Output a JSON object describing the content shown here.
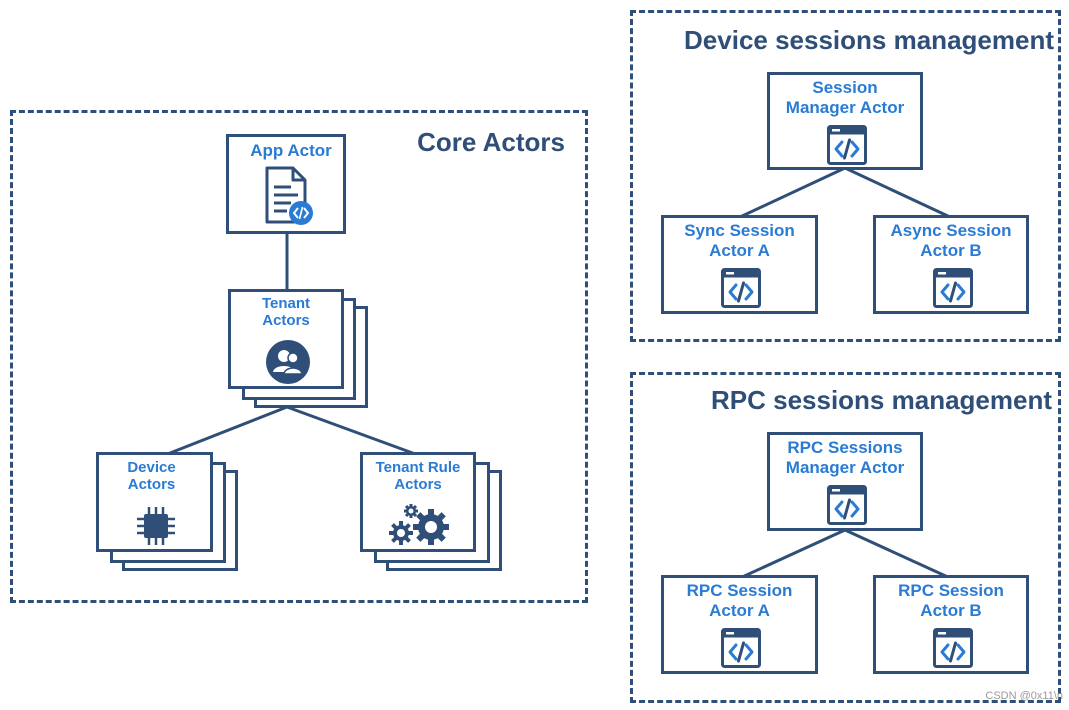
{
  "groups": {
    "core": {
      "title": "Core Actors"
    },
    "device_sessions": {
      "title": "Device sessions management"
    },
    "rpc_sessions": {
      "title": "RPC sessions management"
    }
  },
  "actors": {
    "app": {
      "line1": "App Actor",
      "line2": ""
    },
    "tenant": {
      "line1": "Tenant",
      "line2": "Actors"
    },
    "device": {
      "line1": "Device",
      "line2": "Actors"
    },
    "tenant_rule": {
      "line1": "Tenant Rule",
      "line2": "Actors"
    },
    "session_manager": {
      "line1": "Session",
      "line2": "Manager Actor"
    },
    "sync_session": {
      "line1": "Sync Session",
      "line2": "Actor A"
    },
    "async_session": {
      "line1": "Async Session",
      "line2": "Actor B"
    },
    "rpc_manager": {
      "line1": "RPC Sessions",
      "line2": "Manager Actor"
    },
    "rpc_session_a": {
      "line1": "RPC Session",
      "line2": "Actor A"
    },
    "rpc_session_b": {
      "line1": "RPC Session",
      "line2": "Actor B"
    }
  },
  "icons": {
    "app": "document-code-icon",
    "tenant": "users-icon",
    "device": "chip-icon",
    "tenant_rule": "gears-icon",
    "window_code": "window-code-icon"
  },
  "colors": {
    "border": "#2f4f78",
    "label": "#2a7bd3",
    "icon": "#2f4f78"
  },
  "watermark": "CSDN @0x11\\n"
}
